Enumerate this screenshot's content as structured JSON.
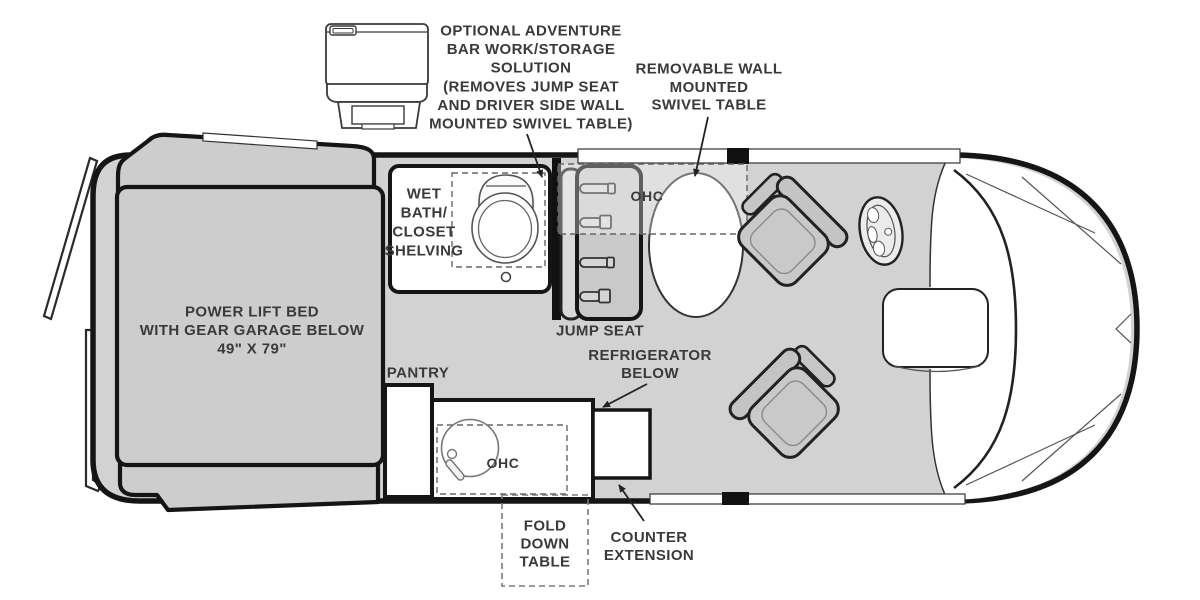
{
  "figure": {
    "type": "rv-floorplan-diagram",
    "colors": {
      "floor": "#d2d2d2",
      "bed": "#cdcdcd",
      "seat": "#c9c9c9",
      "outline": "#151515",
      "label": "#3a3a3a",
      "fixture_white": "#ffffff"
    },
    "annotations": {
      "adventure_bar": {
        "lines": [
          "OPTIONAL ADVENTURE",
          "BAR WORK/STORAGE",
          "SOLUTION",
          "(REMOVES JUMP SEAT",
          "AND DRIVER SIDE WALL",
          "MOUNTED SWIVEL TABLE)"
        ]
      },
      "swivel_table": {
        "lines": [
          "REMOVABLE WALL",
          "MOUNTED",
          "SWIVEL TABLE"
        ]
      },
      "refrigerator": {
        "lines": [
          "REFRIGERATOR",
          "BELOW"
        ]
      },
      "counter_extension": {
        "lines": [
          "COUNTER",
          "EXTENSION"
        ]
      },
      "fold_down_table": {
        "lines": [
          "FOLD",
          "DOWN",
          "TABLE"
        ]
      }
    },
    "rooms": {
      "bed": {
        "lines": [
          "POWER LIFT BED",
          "WITH GEAR GARAGE BELOW",
          "49\" X 79\""
        ]
      },
      "wet_bath": {
        "lines": [
          "WET",
          "BATH/",
          "CLOSET",
          "SHELVING"
        ]
      },
      "jump_seat": "JUMP SEAT",
      "pantry": "PANTRY",
      "ohc_top": "OHC",
      "ohc_kitchen": "OHC"
    }
  }
}
